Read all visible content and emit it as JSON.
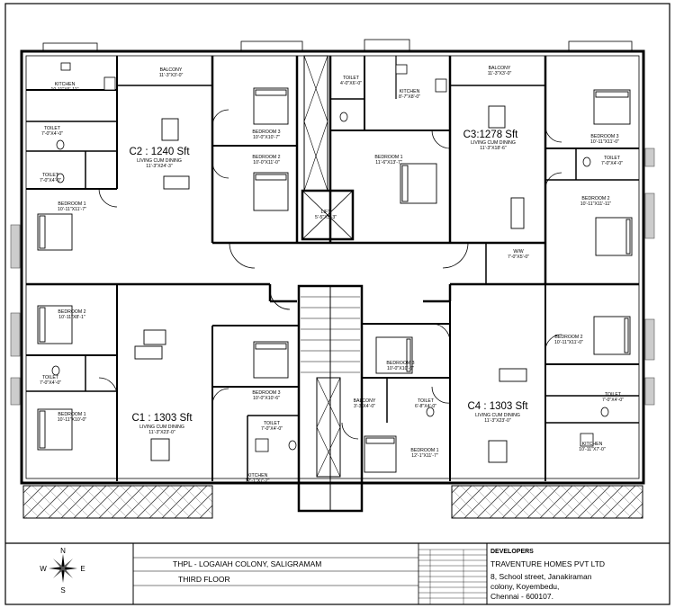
{
  "units": [
    {
      "area": "C2 : 1240 Sft"
    },
    {
      "area": "C3:1278 Sft"
    },
    {
      "area": "C1 : 1303 Sft"
    },
    {
      "area": "C4 : 1303 Sft"
    }
  ],
  "rooms": [
    {
      "name": "KITCHEN",
      "dim": "10-11\"X6'-11\""
    },
    {
      "name": "BALCONY",
      "dim": "11'-3\"X3'-0\""
    },
    {
      "name": "BEDROOM 3",
      "dim": "10'-0\"X10'-7\""
    },
    {
      "name": "BEDROOM 2",
      "dim": "10'-0\"X11'-0\""
    },
    {
      "name": "TOILET",
      "dim": "7'-0\"X4'-0\""
    },
    {
      "name": "TOILET",
      "dim": "7'-0\"X4'-0\""
    },
    {
      "name": "LIVING CUM DINING",
      "dim": "11'-3\"X24'-3\""
    },
    {
      "name": "BEDROOM 1",
      "dim": "10'-11\"X11'-7\""
    },
    {
      "name": "LIFT",
      "dim": "5'-5\"X5'-3\""
    },
    {
      "name": "TOILET",
      "dim": "4'-0\"X6'-0\""
    },
    {
      "name": "KITCHEN",
      "dim": "8'-7\"X8'-0\""
    },
    {
      "name": "BALCONY",
      "dim": "11'-3\"X3'-0\""
    },
    {
      "name": "BEDROOM 1",
      "dim": "11'-6\"X13'-7\""
    },
    {
      "name": "LIVING CUM DINING",
      "dim": "11'-3\"X18'-6\""
    },
    {
      "name": "BEDROOM 3",
      "dim": "10'-11\"X11'-0\""
    },
    {
      "name": "TOILET",
      "dim": "7'-0\"X4'-0\""
    },
    {
      "name": "BEDROOM 2",
      "dim": "10'-11\"X11'-11\""
    },
    {
      "name": "W/W",
      "dim": "7'-0\"X5'-0\""
    },
    {
      "name": "BEDROOM 2",
      "dim": "10'-11\"X8'-1\""
    },
    {
      "name": "TOILET",
      "dim": "7'-0\"X4'-0\""
    },
    {
      "name": "BEDROOM 1",
      "dim": "10'-11\"X10'-0\""
    },
    {
      "name": "LIVING CUM DINING",
      "dim": "11'-3\"X23'-0\""
    },
    {
      "name": "BEDROOM 3",
      "dim": "10'-0\"X10'-6\""
    },
    {
      "name": "TOILET",
      "dim": "7'-0\"X4'-0\""
    },
    {
      "name": "KITCHEN",
      "dim": "12'-1\"X7'-2\""
    },
    {
      "name": "BEDROOM 3",
      "dim": "10'-0\"X10'-6\""
    },
    {
      "name": "BALCONY",
      "dim": "3'-3\"X4'-0\""
    },
    {
      "name": "TOILET",
      "dim": "6'-8\"X4'-0\""
    },
    {
      "name": "BEDROOM 1",
      "dim": "12'-1\"X11'-7\""
    },
    {
      "name": "LIVING CUM DINING",
      "dim": "11'-3\"X23'-0\""
    },
    {
      "name": "BEDROOM 2",
      "dim": "10'-11\"X11'-0\""
    },
    {
      "name": "TOILET",
      "dim": "7'-0\"X4'-0\""
    },
    {
      "name": "KITCHEN",
      "dim": "10'-11\"X7'-0\""
    }
  ],
  "title_block": {
    "project": "THPL - LOGAIAH COLONY, SALIGRAMAM",
    "floor": "THIRD FLOOR",
    "developers_label": "DEVELOPERS",
    "company": "TRAVENTURE HOMES PVT LTD",
    "address_1": "8, School street, Janakiraman",
    "address_2": "colony, Koyembedu,",
    "address_3": "Chennai - 600107."
  },
  "compass": {
    "n": "N",
    "e": "E",
    "s": "S",
    "w": "W"
  }
}
